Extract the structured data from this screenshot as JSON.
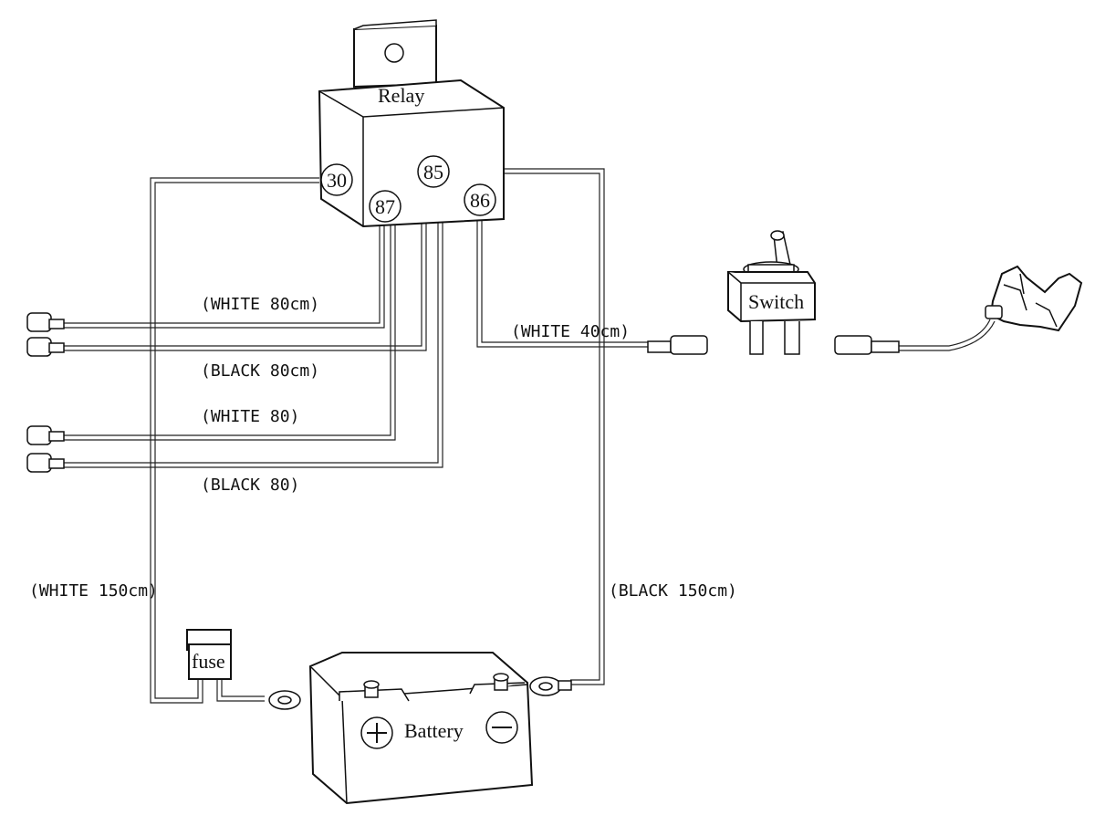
{
  "components": {
    "relay": "Relay",
    "switch": "Switch",
    "fuse": "fuse",
    "battery": "Battery"
  },
  "relay_pins": {
    "p30": "30",
    "p85": "85",
    "p87": "87",
    "p86": "86"
  },
  "wire_labels": {
    "white_80cm": "(WHITE 80cm)",
    "black_80cm": "(BLACK 80cm)",
    "white_80": "(WHITE 80)",
    "black_80": "(BLACK 80)",
    "white_40cm": "(WHITE 40cm)",
    "white_150cm": "(WHITE 150cm)",
    "black_150cm": "(BLACK 150cm)"
  },
  "icons": {
    "plus": "plus-icon",
    "minus": "minus-icon"
  }
}
